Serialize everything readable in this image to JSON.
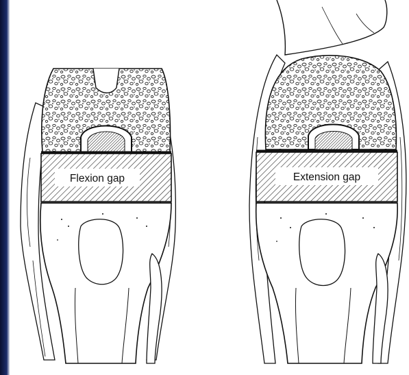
{
  "labels": {
    "flexion": "Flexion gap",
    "extension": "Extension gap"
  },
  "colors": {
    "ink": "#111111",
    "hatch": "#222222",
    "paper": "#ffffff",
    "edge_dark": "#0a1030"
  },
  "figure": {
    "panels": [
      {
        "id": "flexion",
        "name": "Flexion gap"
      },
      {
        "id": "extension",
        "name": "Extension gap"
      }
    ]
  }
}
